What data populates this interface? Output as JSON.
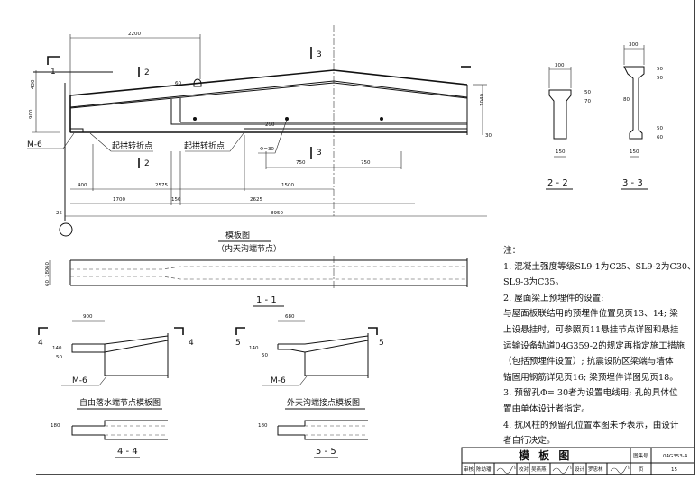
{
  "main_view": {
    "title": "模板图",
    "subtitle": "（内天沟端节点）",
    "dims": {
      "d2200": "2200",
      "d430": "430",
      "d900": "900",
      "d60": "60",
      "d250": "250",
      "d1040": "1040",
      "d30": "30",
      "phi": "Φ=30",
      "d750a": "750",
      "d750b": "750",
      "d400": "400",
      "d2575": "2575",
      "d1500": "1500",
      "d1700": "1700",
      "d150": "150",
      "d2625": "2625",
      "d8950": "8950",
      "d25": "25"
    },
    "labels": {
      "m6": "M-6",
      "arch1": "起拱转折点",
      "arch2": "起拱转折点",
      "cut1": "1",
      "cut2a": "2",
      "cut2b": "2",
      "cut3a": "3",
      "cut3b": "3"
    }
  },
  "section_1_1": {
    "label": "1 - 1",
    "d60a": "60",
    "d180": "180",
    "d60b": "60"
  },
  "section_2_2": {
    "label": "2 - 2",
    "d300": "300",
    "d50": "50",
    "d70": "70",
    "d150": "150"
  },
  "section_3_3": {
    "label": "3 - 3",
    "d300": "300",
    "d50a": "50",
    "d50b": "50",
    "d80": "80",
    "d50c": "50",
    "d60": "60",
    "d150": "150"
  },
  "detail_4": {
    "title": "自由落水端节点模板图",
    "d900": "900",
    "d140": "140",
    "d50": "50",
    "m6": "M-6",
    "cut": "4",
    "section_label": "4 - 4",
    "d180": "180"
  },
  "detail_5": {
    "title": "外天沟端接点模板图",
    "d680": "680",
    "d140": "140",
    "d50": "50",
    "m6": "M-6",
    "cut": "5",
    "section_label": "5 - 5",
    "d180": "180"
  },
  "notes": {
    "heading": "注：",
    "lines": [
      "1. 混凝土强度等级SL9-1为C25、SL9-2为C30、",
      "SL9-3为C35。",
      "2. 屋面梁上预埋件的设置:",
      "与屋面板联结用的预埋件位置见页13、14; 梁",
      "上设悬挂时，可参照页11悬挂节点详图和悬挂",
      "运输设备轨道04G359-2的规定再指定施工措施",
      "（包括预埋件设置）; 抗震设防区梁端与墙体",
      "锚固用钢筋详见页16; 梁预埋件详图见页18。",
      "3. 预留孔Φ= 30者为设置电线用; 孔的具体位",
      "置由单体设计者指定。",
      "4. 抗风柱的预留孔位置本图未予表示，由设计",
      "者自行决定。"
    ]
  },
  "title_block": {
    "title": "模 板 图",
    "atlas_label": "图集号",
    "atlas_no": "04G353-4",
    "review_label": "审核",
    "reviewer": "陈幼璠",
    "check_label": "校对",
    "checker": "吴燕燕",
    "design_label": "设计",
    "designer": "罗忠林",
    "page_label": "页",
    "page_no": "15"
  }
}
